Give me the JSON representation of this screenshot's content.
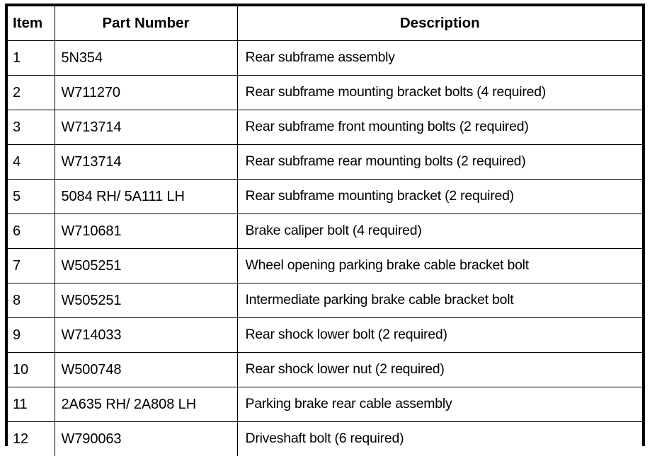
{
  "table": {
    "columns": [
      {
        "key": "item",
        "label": "Item"
      },
      {
        "key": "part_number",
        "label": "Part Number"
      },
      {
        "key": "description",
        "label": "Description"
      }
    ],
    "rows": [
      {
        "item": "1",
        "part_number": "5N354",
        "description": "Rear subframe assembly"
      },
      {
        "item": "2",
        "part_number": "W711270",
        "description": "Rear subframe mounting bracket bolts (4 required)"
      },
      {
        "item": "3",
        "part_number": "W713714",
        "description": "Rear subframe front mounting bolts (2 required)"
      },
      {
        "item": "4",
        "part_number": "W713714",
        "description": "Rear subframe rear mounting bolts (2 required)"
      },
      {
        "item": "5",
        "part_number": "5084 RH/ 5A111 LH",
        "description": "Rear subframe mounting bracket (2 required)"
      },
      {
        "item": "6",
        "part_number": "W710681",
        "description": "Brake caliper bolt (4 required)"
      },
      {
        "item": "7",
        "part_number": "W505251",
        "description": "Wheel opening parking brake cable bracket bolt"
      },
      {
        "item": "8",
        "part_number": "W505251",
        "description": "Intermediate parking brake cable bracket bolt"
      },
      {
        "item": "9",
        "part_number": "W714033",
        "description": "Rear shock lower bolt (2 required)"
      },
      {
        "item": "10",
        "part_number": "W500748",
        "description": "Rear shock lower nut (2 required)"
      },
      {
        "item": "11",
        "part_number": "2A635 RH/ 2A808 LH",
        "description": "Parking brake rear cable assembly"
      },
      {
        "item": "12",
        "part_number": "W790063",
        "description": "Driveshaft bolt (6 required)"
      }
    ]
  },
  "colors": {
    "border": "#000000",
    "text": "#000000",
    "background": "#ffffff"
  }
}
